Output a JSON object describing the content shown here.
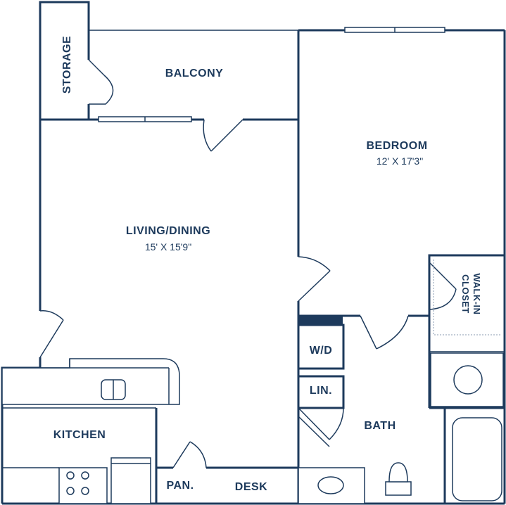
{
  "colors": {
    "wall": "#1d3a5c",
    "background": "#ffffff",
    "accent_block": "#1d3a5c"
  },
  "rooms": {
    "storage": {
      "label": "STORAGE"
    },
    "balcony": {
      "label": "BALCONY"
    },
    "bedroom": {
      "label": "BEDROOM",
      "dimensions": "12' X 17'3\""
    },
    "living_dining": {
      "label": "LIVING/DINING",
      "dimensions": "15' X 15'9\""
    },
    "walk_in_closet": {
      "label_line1": "WALK-IN",
      "label_line2": "CLOSET"
    },
    "wd": {
      "label": "W/D"
    },
    "linen": {
      "label": "LIN."
    },
    "bath": {
      "label": "BATH"
    },
    "kitchen": {
      "label": "KITCHEN"
    },
    "pantry": {
      "label": "PAN."
    },
    "desk": {
      "label": "DESK"
    }
  }
}
